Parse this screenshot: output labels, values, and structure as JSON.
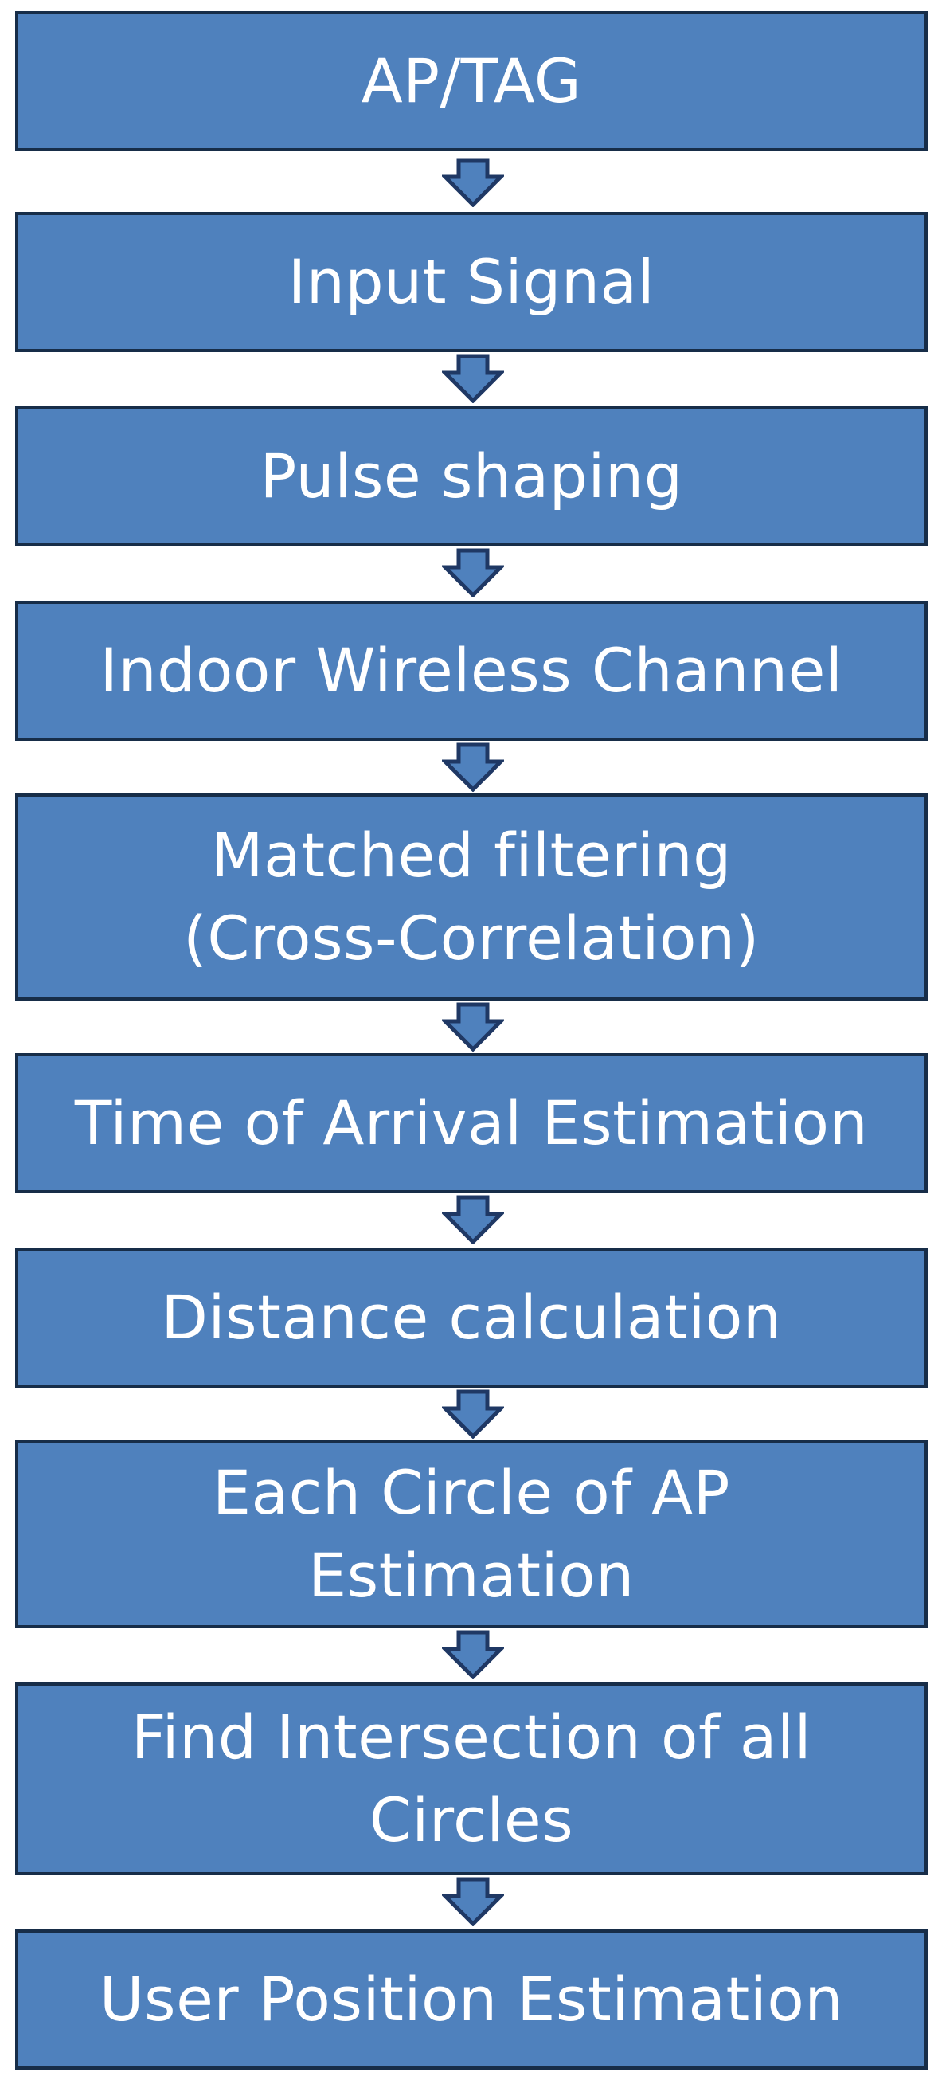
{
  "flowchart": {
    "steps": [
      {
        "id": "ap-tag",
        "label": "AP/TAG"
      },
      {
        "id": "input-signal",
        "label": "Input Signal"
      },
      {
        "id": "pulse-shaping",
        "label": "Pulse shaping"
      },
      {
        "id": "indoor-wireless-channel",
        "label": "Indoor Wireless Channel"
      },
      {
        "id": "matched-filtering",
        "label": "Matched filtering\n(Cross-Correlation)"
      },
      {
        "id": "toa-estimation",
        "label": "Time of Arrival Estimation"
      },
      {
        "id": "distance-calculation",
        "label": "Distance calculation"
      },
      {
        "id": "circle-estimation",
        "label": "Each Circle of AP\nEstimation"
      },
      {
        "id": "find-intersection",
        "label": "Find Intersection of all\nCircles"
      },
      {
        "id": "user-position",
        "label": "User Position Estimation"
      }
    ],
    "colors": {
      "box_fill": "#4f81bd",
      "box_border": "#172d48",
      "text": "#ffffff",
      "arrow_fill": "#4f81bd",
      "arrow_border": "#1f3864"
    }
  }
}
